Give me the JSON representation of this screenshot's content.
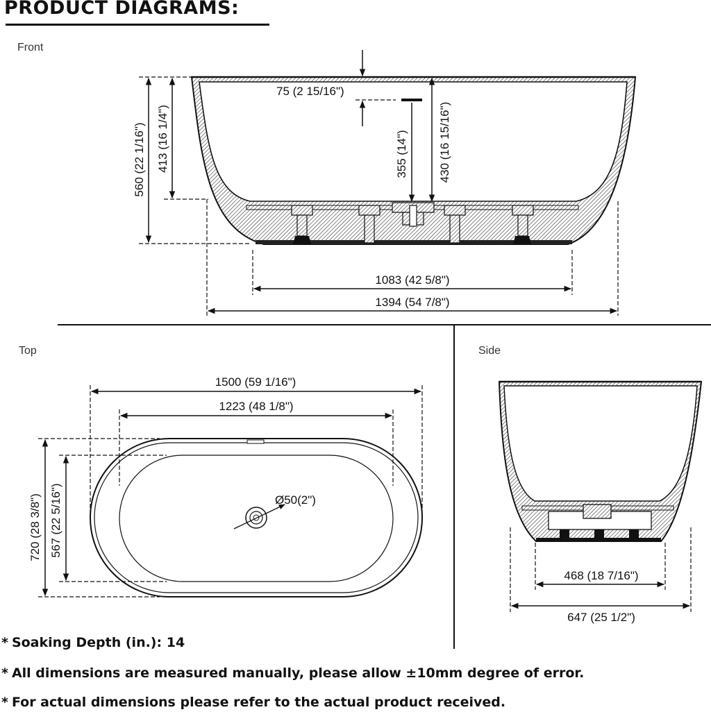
{
  "title": "PRODUCT DIAGRAMS:",
  "views": {
    "front": {
      "label": "Front",
      "dims": {
        "total_height": "560 (22 1/16\")",
        "inner_depth": "413 (16 1/4\")",
        "rim_offset": "75 (2 15/16\")",
        "overflow_height": "355 (14\")",
        "drain_to_rim": "430 (16 15/16\")",
        "base_length": "1083 (42 5/8\")",
        "total_length": "1394 (54 7/8\")"
      }
    },
    "top": {
      "label": "Top",
      "dims": {
        "outer_length": "1500 (59 1/16\")",
        "inner_length": "1223 (48 1/8\")",
        "outer_width": "720 (28 3/8\")",
        "inner_width": "567 (22 5/16\")",
        "drain_diameter": "Ø50(2\")"
      }
    },
    "side": {
      "label": "Side",
      "dims": {
        "base_width": "468 (18 7/16\")",
        "total_width": "647 (25 1/2\")"
      }
    }
  },
  "notes": [
    {
      "bullet": "*",
      "text": "Soaking Depth (in.):",
      "value": "14"
    },
    {
      "bullet": "*",
      "text": "All dimensions are measured manually, please allow ±10mm degree of error.",
      "value": ""
    },
    {
      "bullet": "*",
      "text": "For actual dimensions please refer to the actual product received.",
      "value": ""
    }
  ]
}
